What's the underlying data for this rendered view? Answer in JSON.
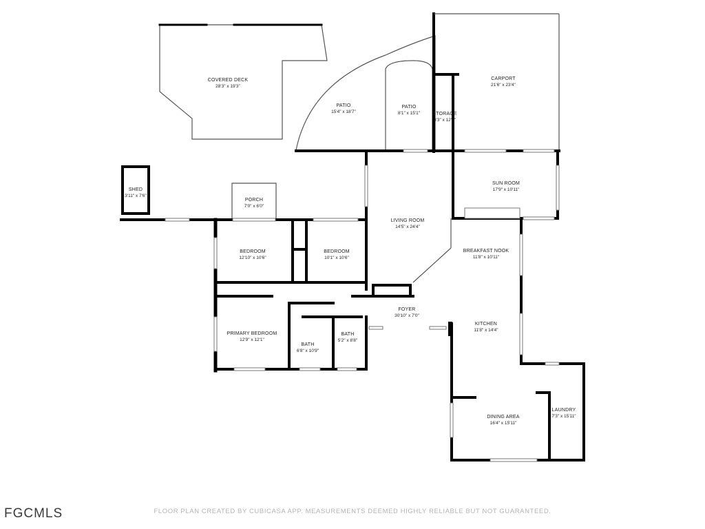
{
  "rooms": {
    "covered_deck": {
      "name": "COVERED DECK",
      "dim": "28'3\" x 19'3\""
    },
    "patio_large": {
      "name": "PATIO",
      "dim": "15'4\" x 18'7\""
    },
    "patio_small": {
      "name": "PATIO",
      "dim": "8'1\" x 15'1\""
    },
    "storage": {
      "name": "STORAGE",
      "dim": "3'3\" x 12'8\""
    },
    "carport": {
      "name": "CARPORT",
      "dim": "21'6\" x 23'4\""
    },
    "shed": {
      "name": "SHED",
      "dim": "3'11\" x 7'6\""
    },
    "porch": {
      "name": "PORCH",
      "dim": "7'0\" x 6'0\""
    },
    "living_room": {
      "name": "LIVING ROOM",
      "dim": "14'5\" x 24'4\""
    },
    "sun_room": {
      "name": "SUN ROOM",
      "dim": "17'9\" x 10'11\""
    },
    "bedroom_1": {
      "name": "BEDROOM",
      "dim": "12'10\" x 10'6\""
    },
    "bedroom_2": {
      "name": "BEDROOM",
      "dim": "10'1\" x 10'6\""
    },
    "breakfast_nook": {
      "name": "BREAKFAST NOOK",
      "dim": "11'8\" x 10'11\""
    },
    "foyer": {
      "name": "FOYER",
      "dim": "30'10\" x 7'0\""
    },
    "kitchen": {
      "name": "KITCHEN",
      "dim": "11'8\" x 14'4\""
    },
    "primary_bedroom": {
      "name": "PRIMARY BEDROOM",
      "dim": "12'9\" x 12'1\""
    },
    "bath_1": {
      "name": "BATH",
      "dim": "6'8\" x 10'9\""
    },
    "bath_2": {
      "name": "BATH",
      "dim": "5'2\" x 8'8\""
    },
    "dining_area": {
      "name": "DINING AREA",
      "dim": "16'4\" x 15'11\""
    },
    "laundry": {
      "name": "LAUNDRY",
      "dim": "7'3\" x 15'11\""
    }
  },
  "logo": "FGCMLS",
  "footer": "FLOOR PLAN CREATED BY CUBICASA APP. MEASUREMENTS DEEMED HIGHLY RELIABLE BUT NOT GUARANTEED."
}
